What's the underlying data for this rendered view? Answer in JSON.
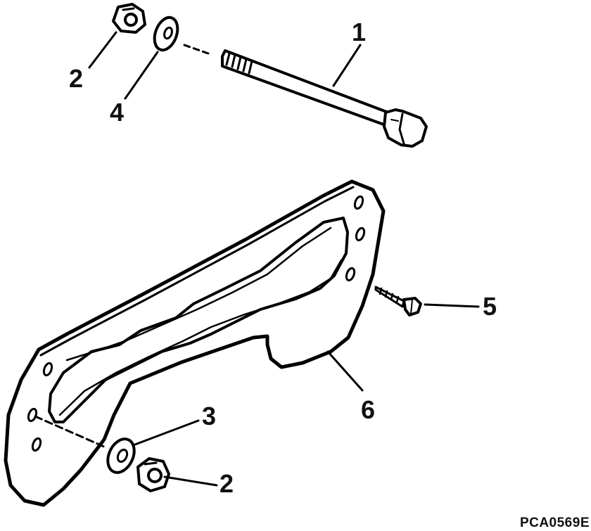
{
  "diagram": {
    "callouts": {
      "bolt": "1",
      "nut_top": "2",
      "nut_bottom": "2",
      "washer_bottom": "3",
      "washer_top": "4",
      "screw": "5",
      "plate": "6"
    },
    "figure_id": "PCA0569E",
    "parts": [
      "bolt",
      "nut",
      "washer",
      "washer",
      "screw",
      "mounting-plate"
    ]
  }
}
